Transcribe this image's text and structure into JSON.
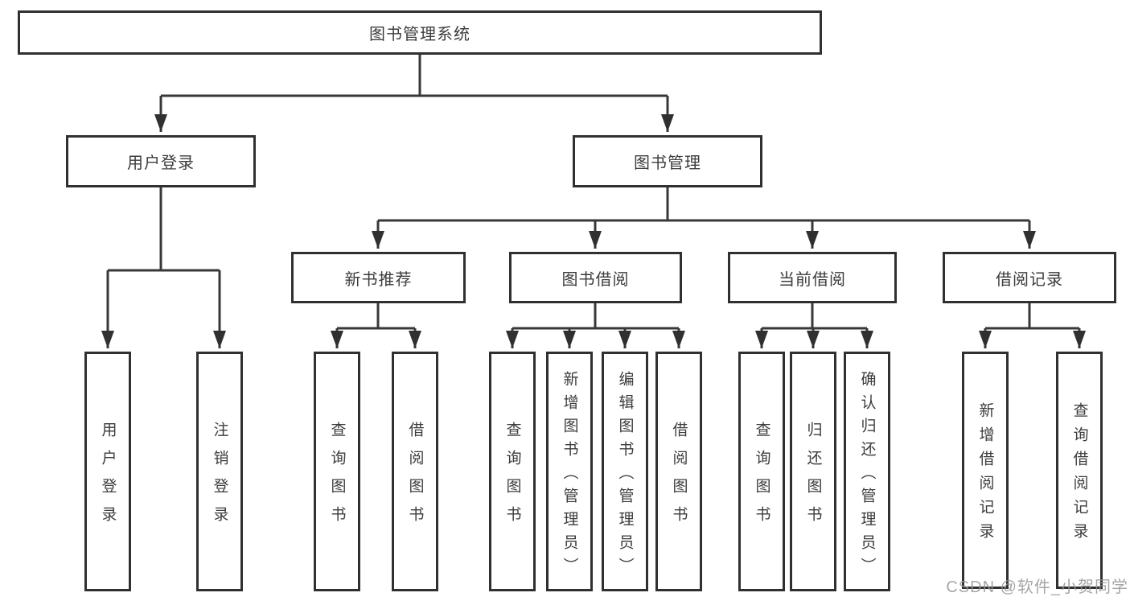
{
  "nodes": {
    "root": {
      "label": "图书管理系统"
    },
    "user_login_branch": {
      "label": "用户登录",
      "children": [
        {
          "label": "用户登录"
        },
        {
          "label": "注销登录"
        }
      ]
    },
    "book_mgmt_branch": {
      "label": "图书管理",
      "children": [
        {
          "label": "新书推荐",
          "children": [
            {
              "label": "查询图书"
            },
            {
              "label": "借阅图书"
            }
          ]
        },
        {
          "label": "图书借阅",
          "children": [
            {
              "label": "查询图书"
            },
            {
              "label": "新增图书（管理员）"
            },
            {
              "label": "编辑图书（管理员）"
            },
            {
              "label": "借阅图书"
            }
          ]
        },
        {
          "label": "当前借阅",
          "children": [
            {
              "label": "查询图书"
            },
            {
              "label": "归还图书"
            },
            {
              "label": "确认归还（管理员）"
            }
          ]
        },
        {
          "label": "借阅记录",
          "children": [
            {
              "label": "新增借阅记录"
            },
            {
              "label": "查询借阅记录"
            }
          ]
        }
      ]
    }
  },
  "watermark": "CSDN @软件_小贺同学",
  "colors": {
    "line": "#383838",
    "box_border": "#303030",
    "text": "#3c3c3c",
    "watermark": "#969696",
    "background": "#ffffff"
  }
}
